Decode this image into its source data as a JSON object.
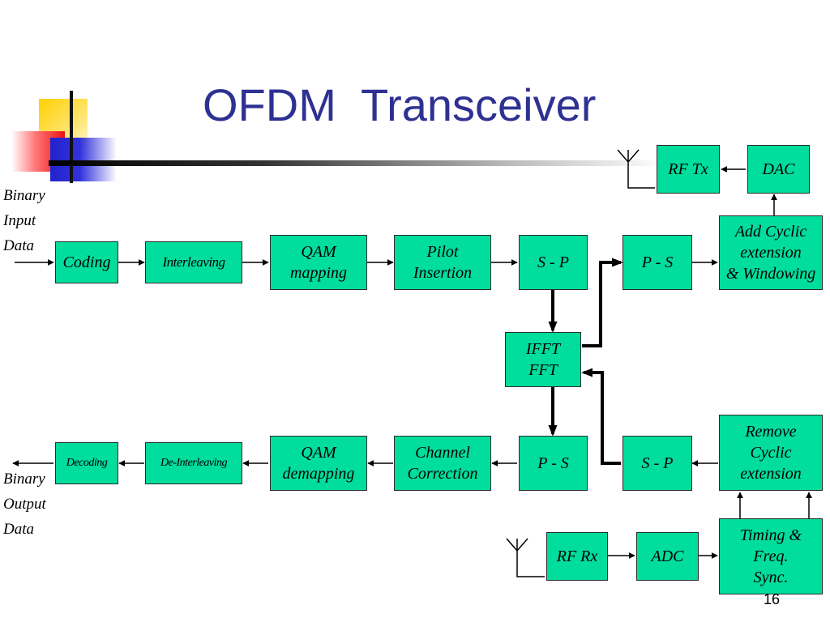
{
  "slide": {
    "title": "OFDM  Transceiver",
    "page_number": "16"
  },
  "labels": {
    "input": "Binary\nInput\nData",
    "output": "Binary\nOutput\nData"
  },
  "blocks": {
    "coding": "Coding",
    "interleaving": "Interleaving",
    "qam_mapping": "QAM\nmapping",
    "pilot_insertion": "Pilot\nInsertion",
    "sp_tx": "S - P",
    "ps_tx": "P - S",
    "add_cyclic": "Add Cyclic\nextension\n& Windowing",
    "dac": "DAC",
    "rf_tx": "RF Tx",
    "ifft_fft": "IFFT\nFFT",
    "decoding": "Decoding",
    "deinterleaving": "De-Interleaving",
    "qam_demapping": "QAM\ndemapping",
    "channel_correction": "Channel\nCorrection",
    "ps_rx": "P - S",
    "sp_rx": "S - P",
    "remove_cyclic": "Remove\nCyclic\nextension",
    "timing_sync": "Timing &\nFreq.\nSync.",
    "adc": "ADC",
    "rf_rx": "RF Rx"
  },
  "colors": {
    "block_fill": "#00dd9d",
    "title": "#2e3192"
  }
}
